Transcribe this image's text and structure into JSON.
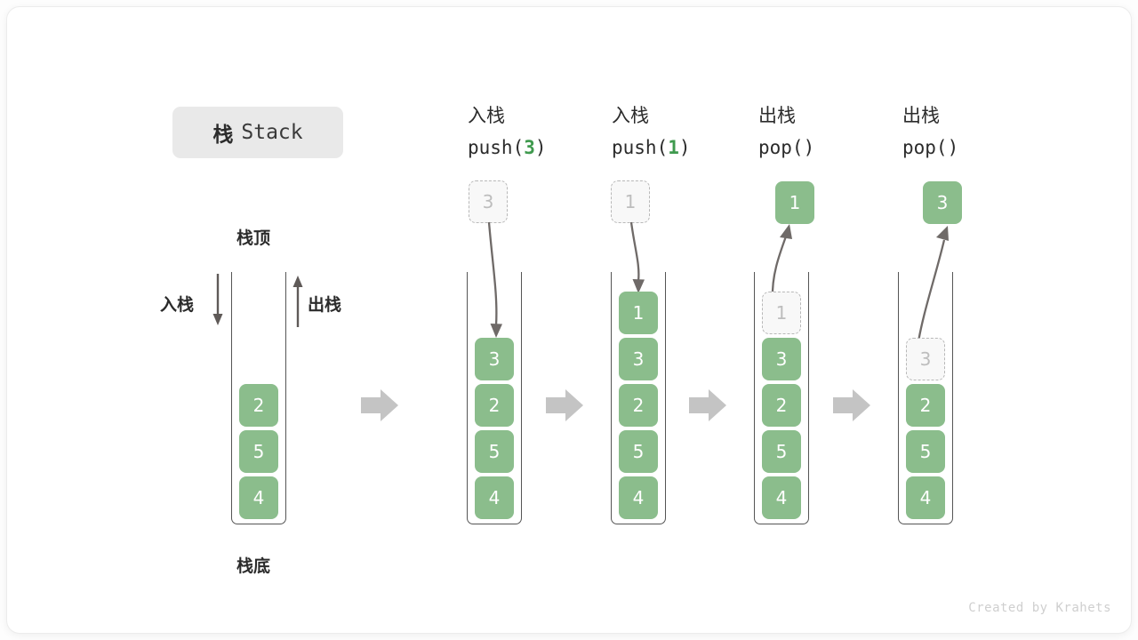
{
  "title": {
    "cn": "栈",
    "en": "Stack"
  },
  "labels": {
    "top": "栈顶",
    "bottom": "栈底",
    "push_side": "入栈",
    "pop_side": "出栈"
  },
  "footer": "Created by Krahets",
  "colors": {
    "cell_green": "#8bbd8c",
    "ghost_fill": "#f8f8f8",
    "ghost_border": "#b8b8b8",
    "arrow_gray": "#666666",
    "block_arrow": "#c4c4c4",
    "chip_bg": "#e9e9e9",
    "accent_green": "#3f9a4e"
  },
  "steps": [
    {
      "id": "initial",
      "op_cn": "",
      "op_code": "",
      "op_value": "",
      "cells": [
        "2",
        "5",
        "4"
      ],
      "ghost_top": null,
      "floating": null,
      "arrow": "none"
    },
    {
      "id": "push-3",
      "op_cn": "入栈",
      "op_code_prefix": "push(",
      "op_value": "3",
      "op_code_suffix": ")",
      "cells": [
        "3",
        "2",
        "5",
        "4"
      ],
      "ghost_top": null,
      "floating": "3",
      "arrow": "push"
    },
    {
      "id": "push-1",
      "op_cn": "入栈",
      "op_code_prefix": "push(",
      "op_value": "1",
      "op_code_suffix": ")",
      "cells": [
        "1",
        "3",
        "2",
        "5",
        "4"
      ],
      "ghost_top": null,
      "floating": "1",
      "arrow": "push"
    },
    {
      "id": "pop-1",
      "op_cn": "出栈",
      "op_code_prefix": "pop(",
      "op_value": "",
      "op_code_suffix": ")",
      "cells": [
        "3",
        "2",
        "5",
        "4"
      ],
      "ghost_top": "1",
      "floating": "1",
      "arrow": "pop"
    },
    {
      "id": "pop-3",
      "op_cn": "出栈",
      "op_code_prefix": "pop(",
      "op_value": "",
      "op_code_suffix": ")",
      "cells": [
        "2",
        "5",
        "4"
      ],
      "ghost_top": "3",
      "floating": "3",
      "arrow": "pop"
    }
  ]
}
